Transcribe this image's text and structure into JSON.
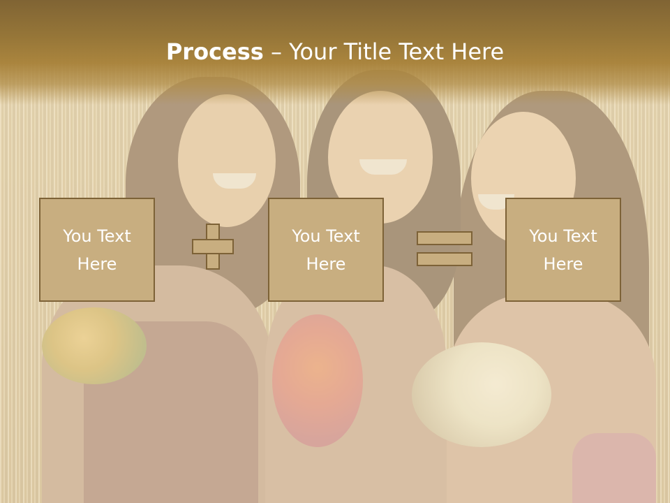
{
  "slide": {
    "title": {
      "bold": "Process",
      "separator": " – ",
      "rest": "Your Title Text Here"
    },
    "boxes": [
      {
        "label": "You Text\nHere"
      },
      {
        "label": "You Text\nHere"
      },
      {
        "label": "You Text\nHere"
      }
    ],
    "operators": [
      "plus-icon",
      "equals-icon"
    ],
    "colors": {
      "banner": "#9a7838",
      "box_fill": "#c8ae80",
      "box_border": "#7d6237",
      "text": "#ffffff"
    }
  }
}
